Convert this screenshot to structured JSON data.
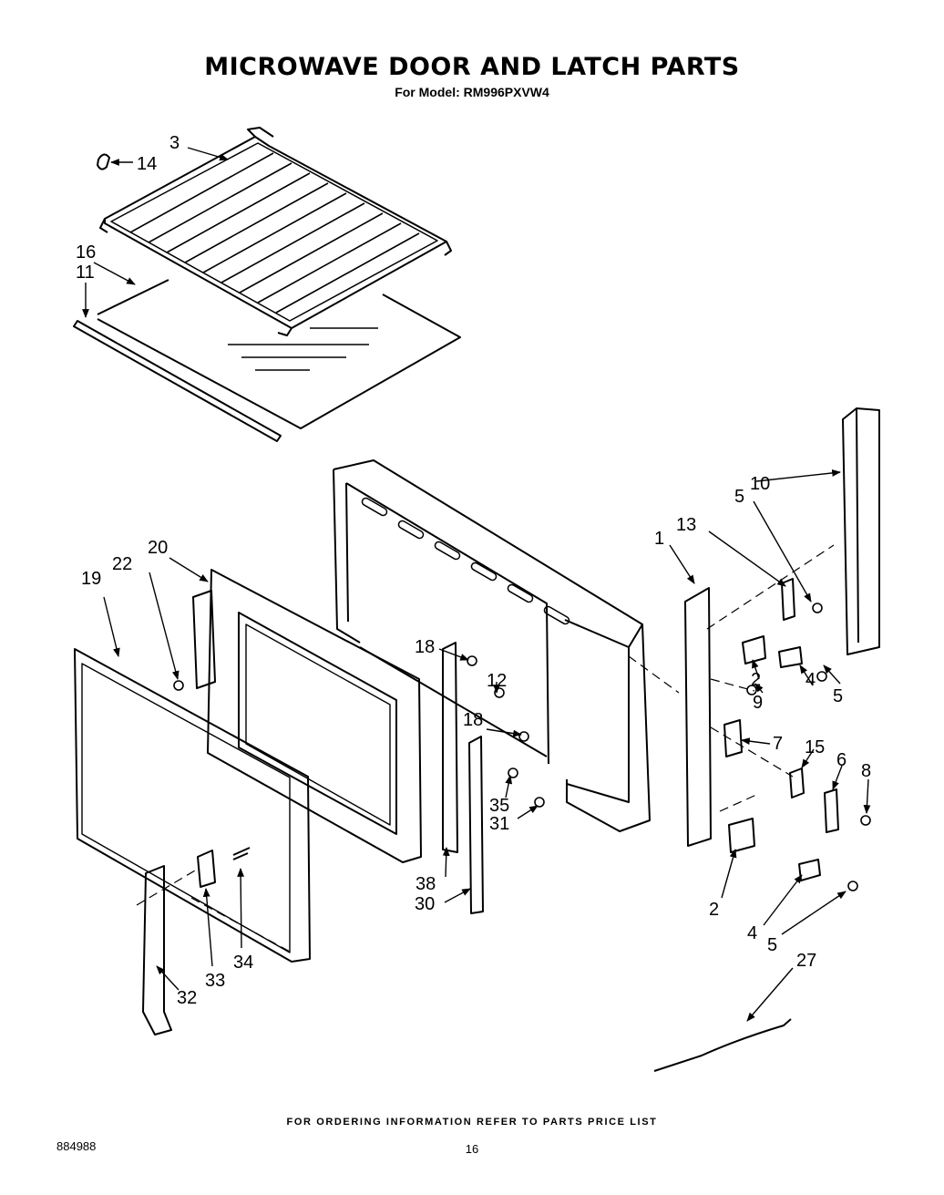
{
  "title": "MICROWAVE DOOR AND LATCH PARTS",
  "subtitle": "For Model: RM996PXVW4",
  "footer_note": "FOR ORDERING INFORMATION REFER TO PARTS PRICE LIST",
  "document_number": "884988",
  "page_number": "16",
  "callouts": {
    "p1": "1",
    "p2a": "2",
    "p2b": "2",
    "p3": "3",
    "p4a": "4",
    "p4b": "4",
    "p5a": "5",
    "p5b": "5",
    "p5c": "5",
    "p6": "6",
    "p7": "7",
    "p8": "8",
    "p9": "9",
    "p10": "10",
    "p11": "11",
    "p12": "12",
    "p13": "13",
    "p14": "14",
    "p15": "15",
    "p16": "16",
    "p18a": "18",
    "p18b": "18",
    "p19": "19",
    "p20": "20",
    "p22": "22",
    "p27": "27",
    "p30": "30",
    "p31": "31",
    "p32": "32",
    "p33": "33",
    "p34": "34",
    "p35": "35",
    "p38": "38"
  }
}
